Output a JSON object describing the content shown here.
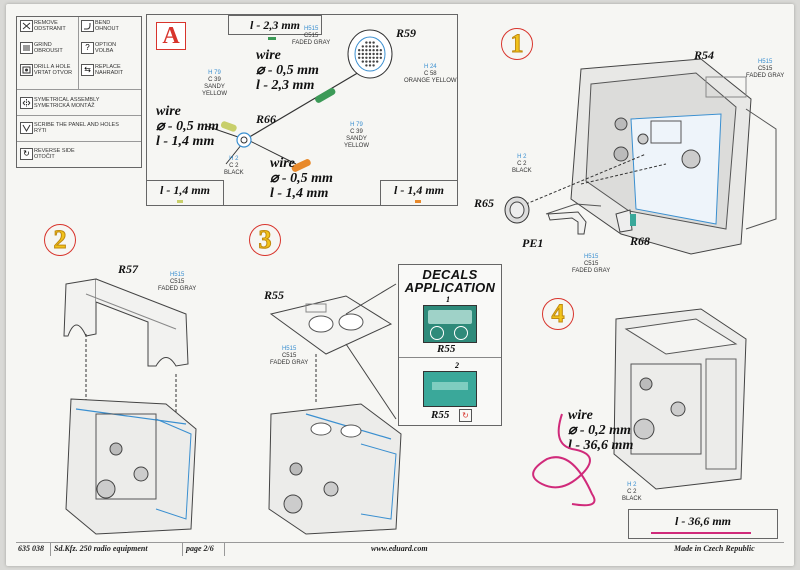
{
  "legend": {
    "remove": {
      "en": "REMOVE",
      "cz": "ODSTRANIT"
    },
    "bend": {
      "en": "BEND",
      "cz": "OHNOUT"
    },
    "grind": {
      "en": "GRIND",
      "cz": "OBROUSIT"
    },
    "option": {
      "en": "OPTION",
      "cz": "VOLBA"
    },
    "drill": {
      "en": "DRILL A HOLE",
      "cz": "VRTAT OTVOR"
    },
    "replace": {
      "en": "REPLACE",
      "cz": "NAHRADIT"
    },
    "symmetric": {
      "en": "SYMETRICAL ASSEMBLY",
      "cz": "SYMETRICKÁ MONTÁŽ"
    },
    "scribe": {
      "en": "SCRIBE THE PANEL AND HOLES",
      "cz": "RÝTI"
    },
    "reverse": {
      "en": "REVERSE SIDE",
      "cz": "OTOČIT"
    },
    "option_glyph": "?",
    "replace_glyph": "⇆",
    "reverse_glyph": "↻"
  },
  "sectionA": {
    "letter": "A",
    "top_len": "l - 2,3 mm",
    "r59": "R59",
    "r66": "R66",
    "wire1": {
      "w": "wire",
      "d": "⌀ - 0,5 mm",
      "l": "l - 2,3 mm"
    },
    "wire2": {
      "w": "wire",
      "d": "⌀ - 0,5 mm",
      "l": "l - 1,4 mm"
    },
    "wire3": {
      "w": "wire",
      "d": "⌀ - 0,5 mm",
      "l": "l - 1,4 mm"
    },
    "len_left": "l - 1,4 mm",
    "len_right": "l - 1,4 mm",
    "paint_h515": {
      "h": "H515",
      "c": "C515",
      "n": "FADED GRAY"
    },
    "paint_orange": {
      "h": "H 24",
      "c": "C 58",
      "n": "ORANGE YELLOW"
    },
    "paint_sandy1": {
      "h": "H 79",
      "c": "C 39",
      "n": "SANDY",
      "n2": "YELLOW"
    },
    "paint_sandy2": {
      "h": "H 79",
      "c": "C 39",
      "n": "SANDY",
      "n2": "YELLOW"
    },
    "paint_black": {
      "h": "H 2",
      "c": "C 2",
      "n": "BLACK"
    }
  },
  "step1": {
    "num": "1",
    "r54": "R54",
    "r65": "R65",
    "pe1": "PE1",
    "r68": "R68",
    "paint_r54": {
      "h": "H515",
      "c": "C515",
      "n": "FADED GRAY"
    },
    "paint_black": {
      "h": "H 2",
      "c": "C 2",
      "n": "BLACK"
    },
    "paint_bottom": {
      "h": "H515",
      "c": "C515",
      "n": "FADED GRAY"
    }
  },
  "step2": {
    "num": "2",
    "r57": "R57",
    "paint": {
      "h": "H515",
      "c": "C515",
      "n": "FADED GRAY"
    }
  },
  "step3": {
    "num": "3",
    "r55": "R55",
    "paint": {
      "h": "H515",
      "c": "C515",
      "n": "FADED GRAY"
    },
    "decals_title1": "DECALS",
    "decals_title2": "APPLICATION",
    "decal1_num": "1",
    "decal1_label": "R55",
    "decal2_num": "2",
    "decal2_label": "R55",
    "decal2_glyph": "↻"
  },
  "step4": {
    "num": "4",
    "wire": {
      "w": "wire",
      "d": "⌀ - 0,2 mm",
      "l": "l - 36,6 mm"
    },
    "paint": {
      "h": "H 2",
      "c": "C 2",
      "n": "BLACK"
    },
    "len_box": "l - 36,6 mm"
  },
  "footer": {
    "code": "635 038",
    "title": "Sd.Kfz. 250 radio equipment",
    "page": "page 2/6",
    "url": "www.eduard.com",
    "made": "Made in Czech Republic"
  },
  "colors": {
    "red": "#d8342c",
    "blue": "#3a8fd0",
    "wire_magenta": "#d02a7a",
    "step_yellow": "#f2c31a",
    "decal_teal": "#3aa89a",
    "green": "#3c9a57",
    "orange": "#e8892a"
  }
}
